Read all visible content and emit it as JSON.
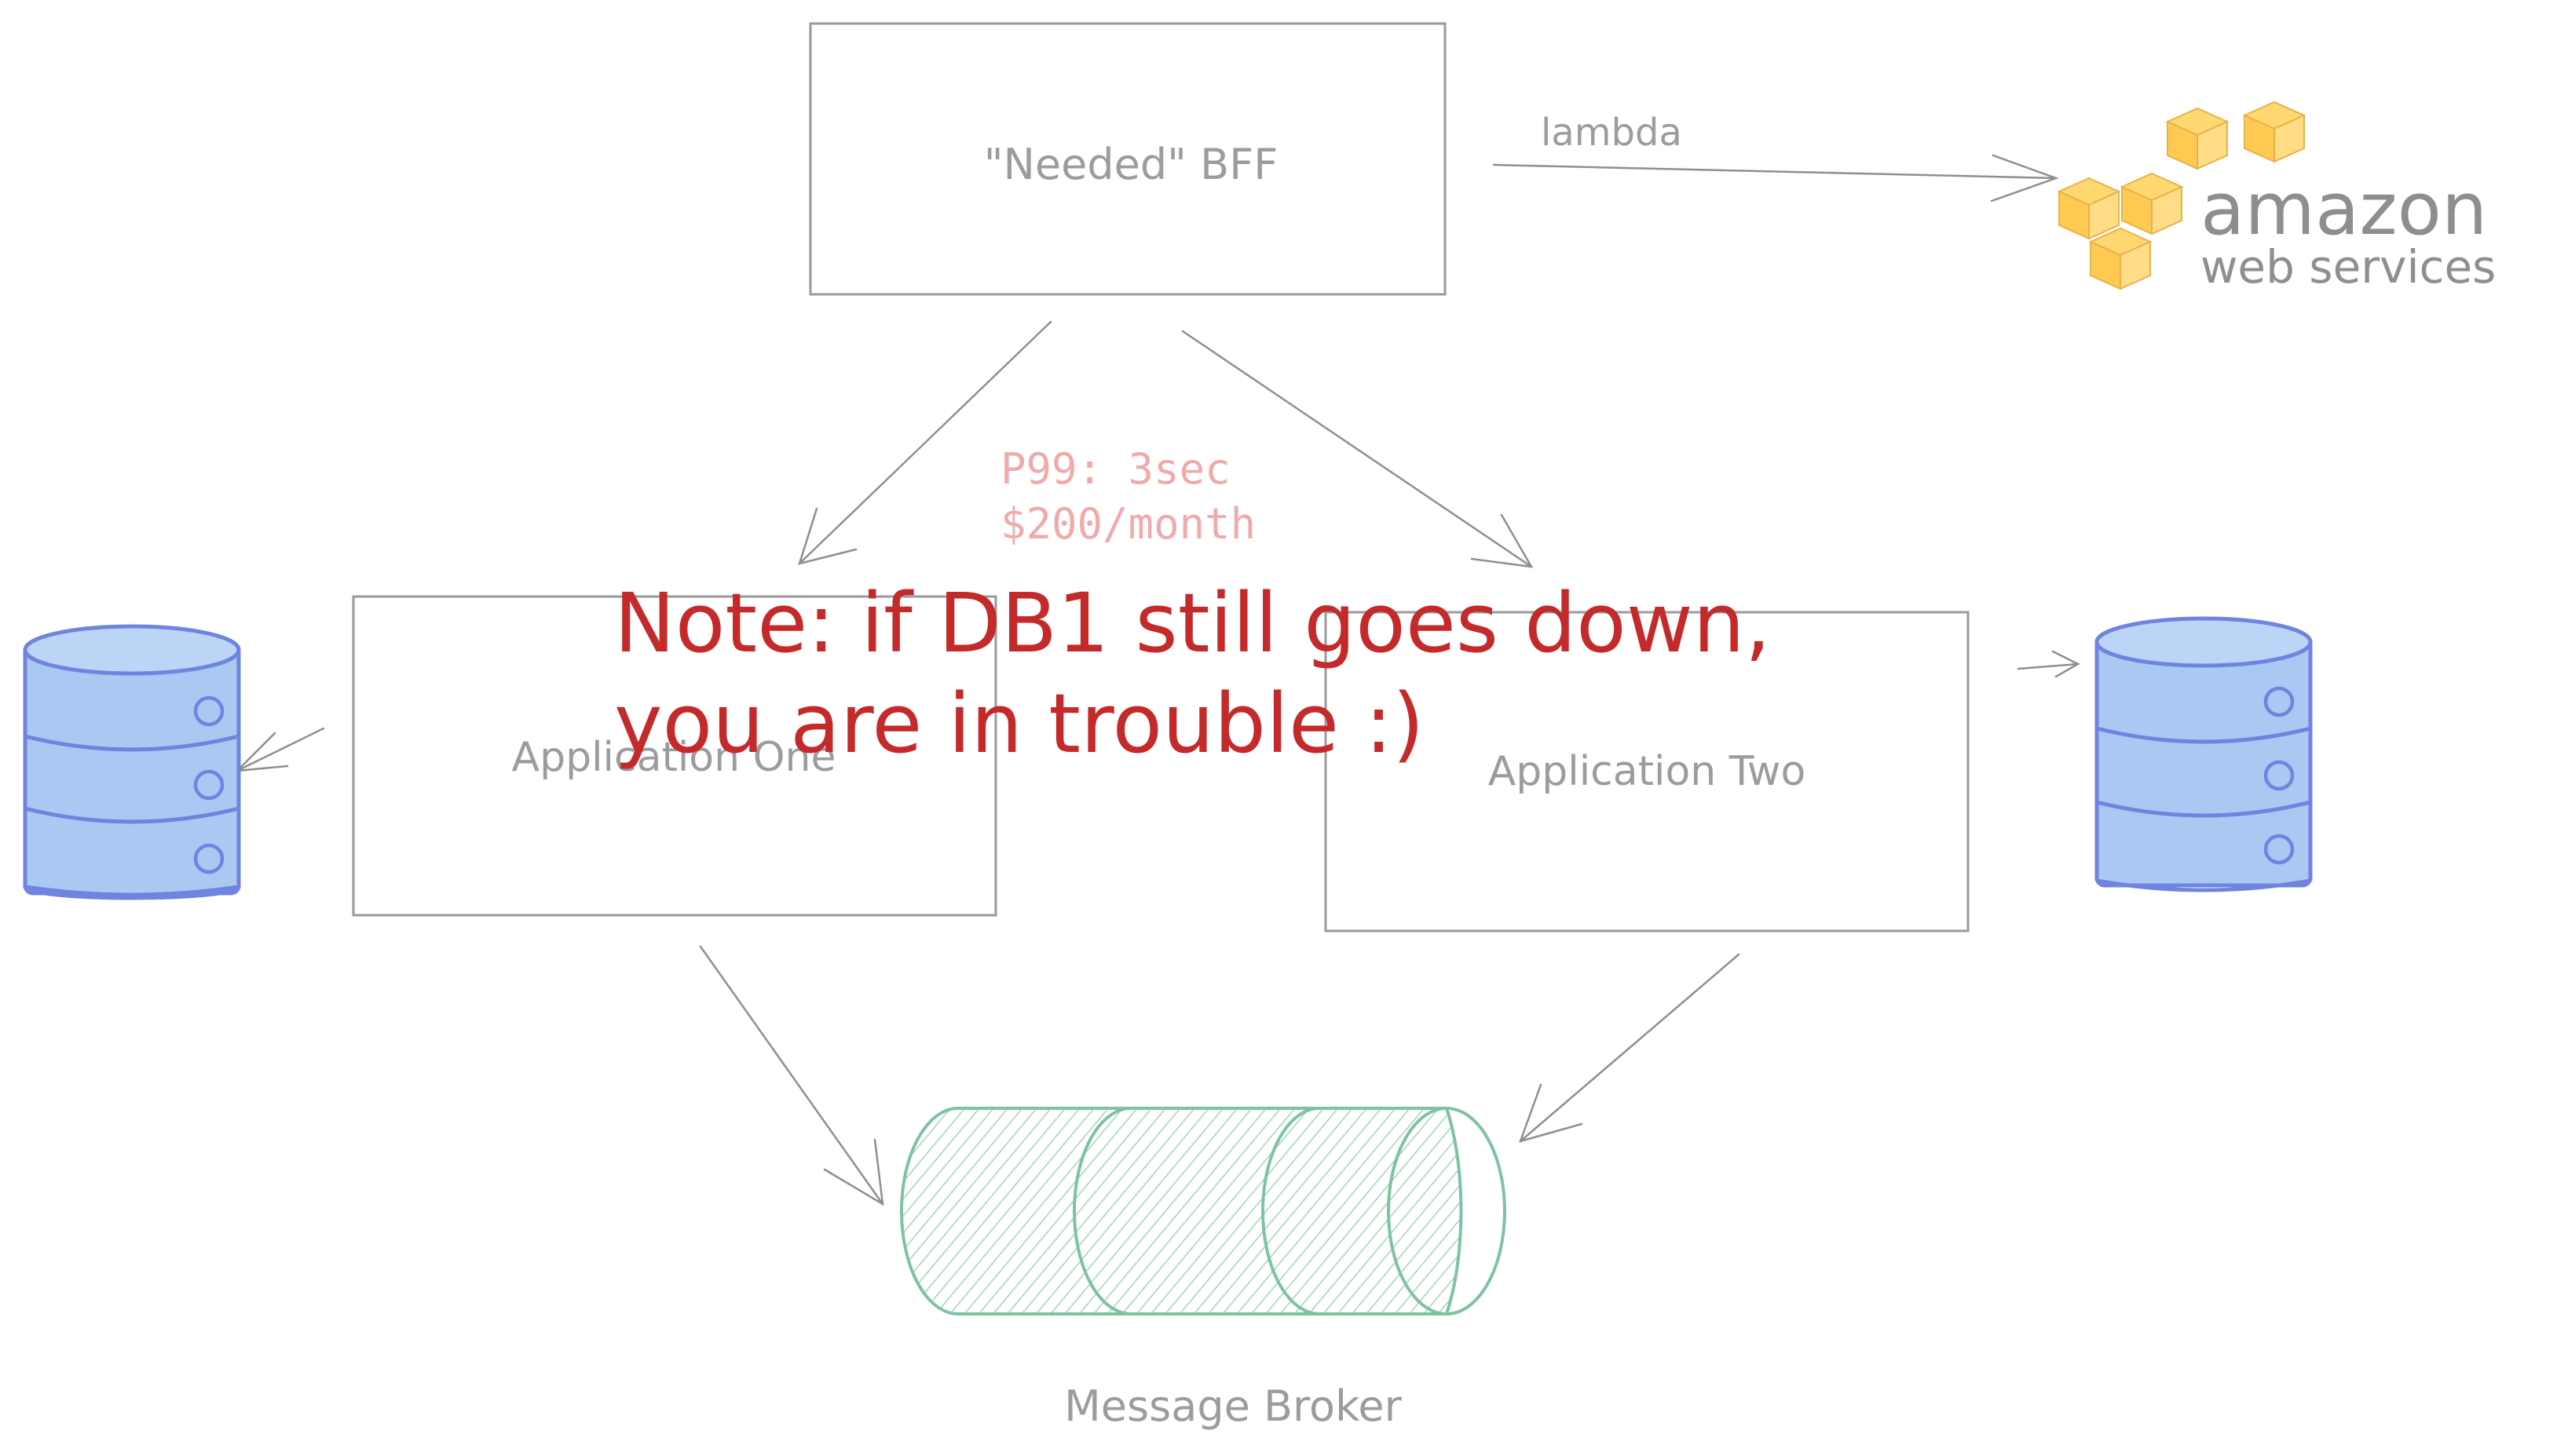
{
  "nodes": {
    "bff": {
      "label": "\"Needed\" BFF"
    },
    "app_one": {
      "label": "Application One"
    },
    "app_two": {
      "label": "Application Two"
    },
    "broker": {
      "label": "Message Broker"
    },
    "aws": {
      "line1": "amazon",
      "line2": "web services"
    }
  },
  "edges": {
    "bff_to_aws": {
      "label": "lambda"
    }
  },
  "metrics": {
    "latency": "P99: 3sec",
    "cost": "$200/month"
  },
  "note": {
    "line1": "Note: if DB1 still goes down,",
    "line2": "you are in trouble :)"
  },
  "colors": {
    "note": "#c42a2a",
    "metrics": "#efaaaa",
    "database": "#a9c8f2",
    "broker": "#7ec3a0",
    "aws_cubes": "#ffc952"
  }
}
